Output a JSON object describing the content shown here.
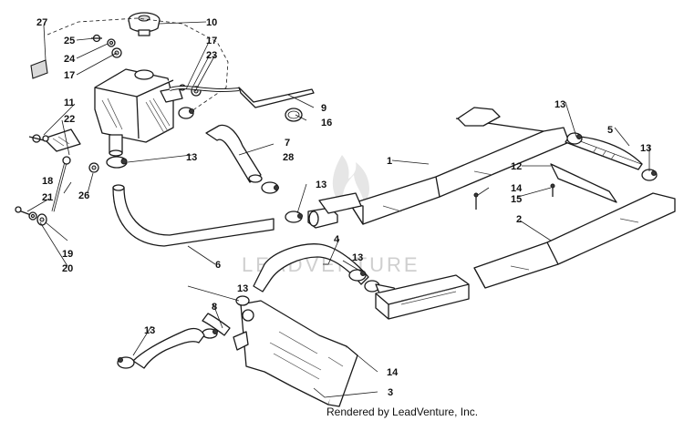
{
  "callouts": [
    "1",
    "2",
    "3",
    "4",
    "5",
    "6",
    "7",
    "8",
    "9",
    "10",
    "11",
    "12",
    "13",
    "14",
    "15",
    "16",
    "17",
    "19",
    "20",
    "21",
    "22",
    "23",
    "24",
    "25",
    "26",
    "27",
    "28",
    "18"
  ],
  "watermark": "LEADVENTURE",
  "credit": "Rendered by LeadVenture, Inc."
}
